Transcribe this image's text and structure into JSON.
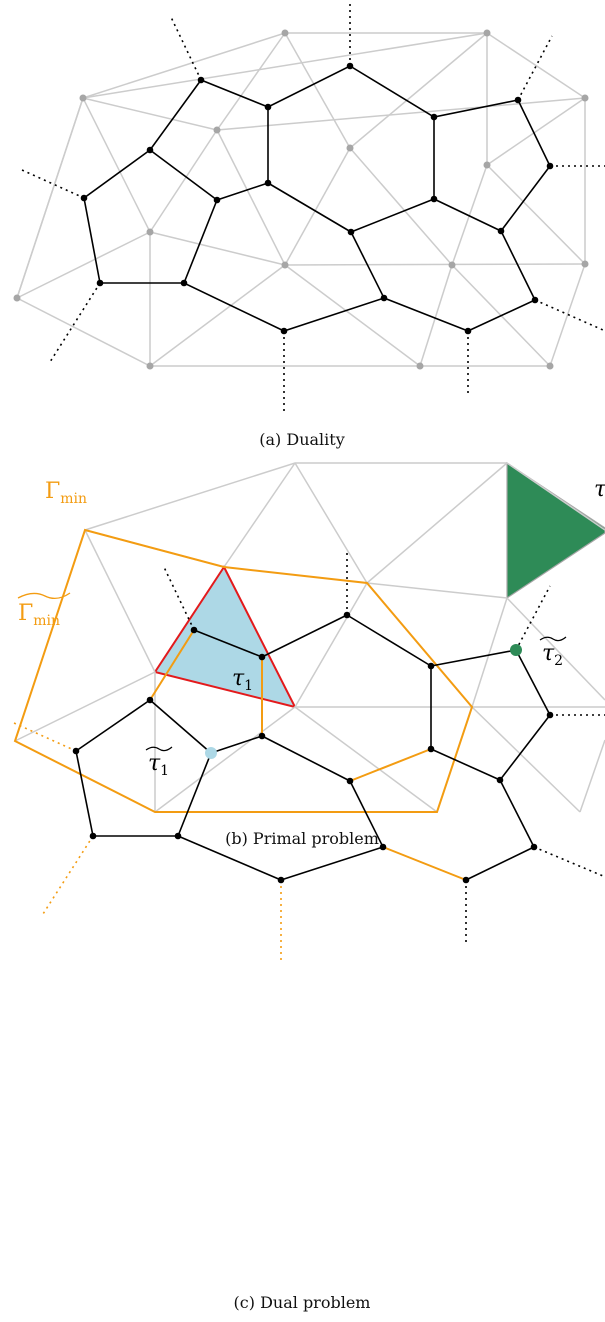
{
  "captions": {
    "a": "(a) Duality",
    "b": "(b) Primal problem",
    "c": "(c) Dual problem"
  },
  "labels": {
    "gamma_min": "Γ",
    "gamma_sub": "min",
    "tau1": "τ",
    "tau1_sub": "1",
    "tau2": "τ",
    "tau2_sub": "2",
    "tau_partial": "τ"
  },
  "colors": {
    "primal_edge": "#cccccc",
    "primal_node": "#a6a6a6",
    "dual_edge": "#000000",
    "cut": "#f39c12",
    "tau1_fill": "#add8e6",
    "tau1_stroke": "#e31a1c",
    "tau2_fill": "#2e8b57"
  }
}
